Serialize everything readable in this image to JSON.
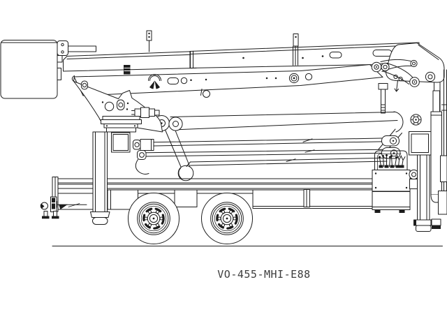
{
  "drawing": {
    "label": "VO-455-MHI-E88",
    "colors": {
      "background": "#ffffff",
      "line": "#1c1c1c",
      "label_text": "#3d3d3d"
    },
    "parts": [
      "aerial-platform-basket",
      "upper-telescopic-boom",
      "mid-boom-section",
      "boom-end-linkage",
      "turret-a-frame",
      "lower-boom-and-cylinders",
      "truck-chassis",
      "front-wheel",
      "rear-wheel",
      "front-stabilizer-and-tow-hook",
      "rear-control-station",
      "rear-outriggers",
      "ground-line"
    ]
  }
}
